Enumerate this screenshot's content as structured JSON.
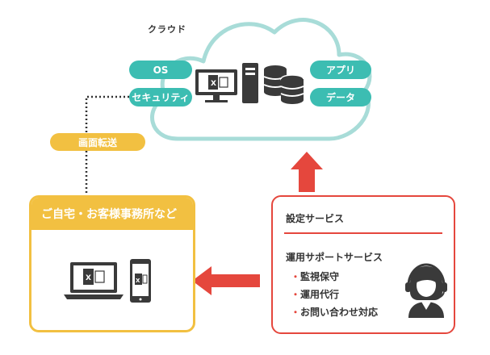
{
  "cloud": {
    "label": "クラウド",
    "pills": {
      "os": "OS",
      "security": "セキュリティ",
      "app": "アプリ",
      "data": "データ"
    }
  },
  "screen_transfer": "画面転送",
  "home": {
    "title": "ご自宅・お客様事務所など"
  },
  "service": {
    "title": "設定サービス",
    "subtitle": "運用サポートサービス",
    "items": [
      "監視保守",
      "運用代行",
      "お問い合わせ対応"
    ]
  },
  "colors": {
    "teal": "#3cbdb2",
    "cloud_outline": "#a8dcd8",
    "yellow": "#f2c041",
    "red": "#e5473d",
    "dark": "#3a3a3a"
  }
}
